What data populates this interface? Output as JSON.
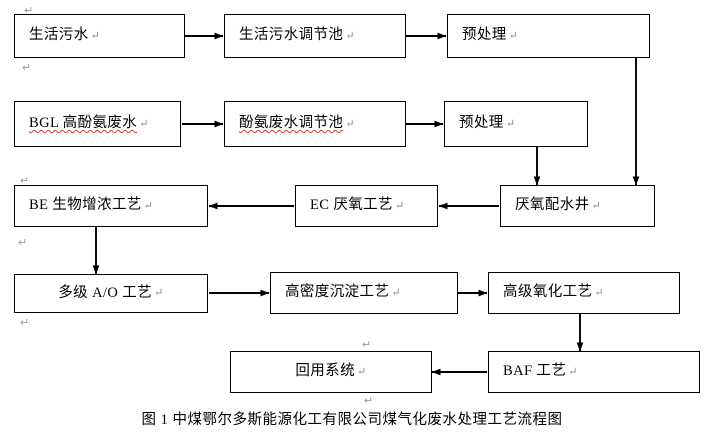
{
  "figure": {
    "caption": "图 1 中煤鄂尔多斯能源化工有限公司煤气化废水处理工艺流程图",
    "caption_mark": "↵",
    "line_color": "#000000",
    "box_fill": "#ffffff",
    "background": "#ffffff",
    "spellcheck_underline_color": "#d0402c",
    "pilcrow_color": "#8a8a8a"
  },
  "nodes": [
    {
      "id": "domestic-sewage",
      "label": "生活污水",
      "mark": "↵",
      "align": "left"
    },
    {
      "id": "domestic-equalization",
      "label": "生活污水调节池",
      "mark": "↵",
      "align": "left"
    },
    {
      "id": "pretreatment-1",
      "label": "预处理",
      "mark": "↵",
      "align": "left"
    },
    {
      "id": "bgl-phenol-ammonia",
      "label": "BGL 高酚氨废水",
      "mark": "↵",
      "align": "left"
    },
    {
      "id": "phenol-equalization",
      "label": "酚氨废水调节池",
      "mark": "↵",
      "align": "left"
    },
    {
      "id": "pretreatment-2",
      "label": "预处理",
      "mark": "↵",
      "align": "left"
    },
    {
      "id": "be-bioenrichment",
      "label": "BE 生物增浓工艺",
      "mark": "↵",
      "align": "left"
    },
    {
      "id": "ec-anaerobic",
      "label": "EC 厌氧工艺",
      "mark": "↵",
      "align": "left"
    },
    {
      "id": "anaerobic-water-well",
      "label": "厌氧配水井",
      "mark": "↵",
      "align": "left"
    },
    {
      "id": "multistage-ao",
      "label": "多级 A/O 工艺",
      "mark": "↵",
      "align": "center"
    },
    {
      "id": "high-density-settling",
      "label": "高密度沉淀工艺",
      "mark": "↵",
      "align": "left"
    },
    {
      "id": "advanced-oxidation",
      "label": "高级氧化工艺",
      "mark": "↵",
      "align": "left"
    },
    {
      "id": "reuse-system",
      "label": "回用系统",
      "mark": "↵",
      "align": "center"
    },
    {
      "id": "baf-process",
      "label": "BAF 工艺",
      "mark": "↵",
      "align": "left"
    }
  ],
  "flows": [
    {
      "from": "domestic-sewage",
      "to": "domestic-equalization"
    },
    {
      "from": "domestic-equalization",
      "to": "pretreatment-1"
    },
    {
      "from": "bgl-phenol-ammonia",
      "to": "phenol-equalization"
    },
    {
      "from": "phenol-equalization",
      "to": "pretreatment-2"
    },
    {
      "from": "pretreatment-1",
      "to": "anaerobic-water-well"
    },
    {
      "from": "pretreatment-2",
      "to": "anaerobic-water-well"
    },
    {
      "from": "anaerobic-water-well",
      "to": "ec-anaerobic"
    },
    {
      "from": "ec-anaerobic",
      "to": "be-bioenrichment"
    },
    {
      "from": "be-bioenrichment",
      "to": "multistage-ao"
    },
    {
      "from": "multistage-ao",
      "to": "high-density-settling"
    },
    {
      "from": "high-density-settling",
      "to": "advanced-oxidation"
    },
    {
      "from": "advanced-oxidation",
      "to": "baf-process"
    },
    {
      "from": "baf-process",
      "to": "reuse-system"
    }
  ]
}
